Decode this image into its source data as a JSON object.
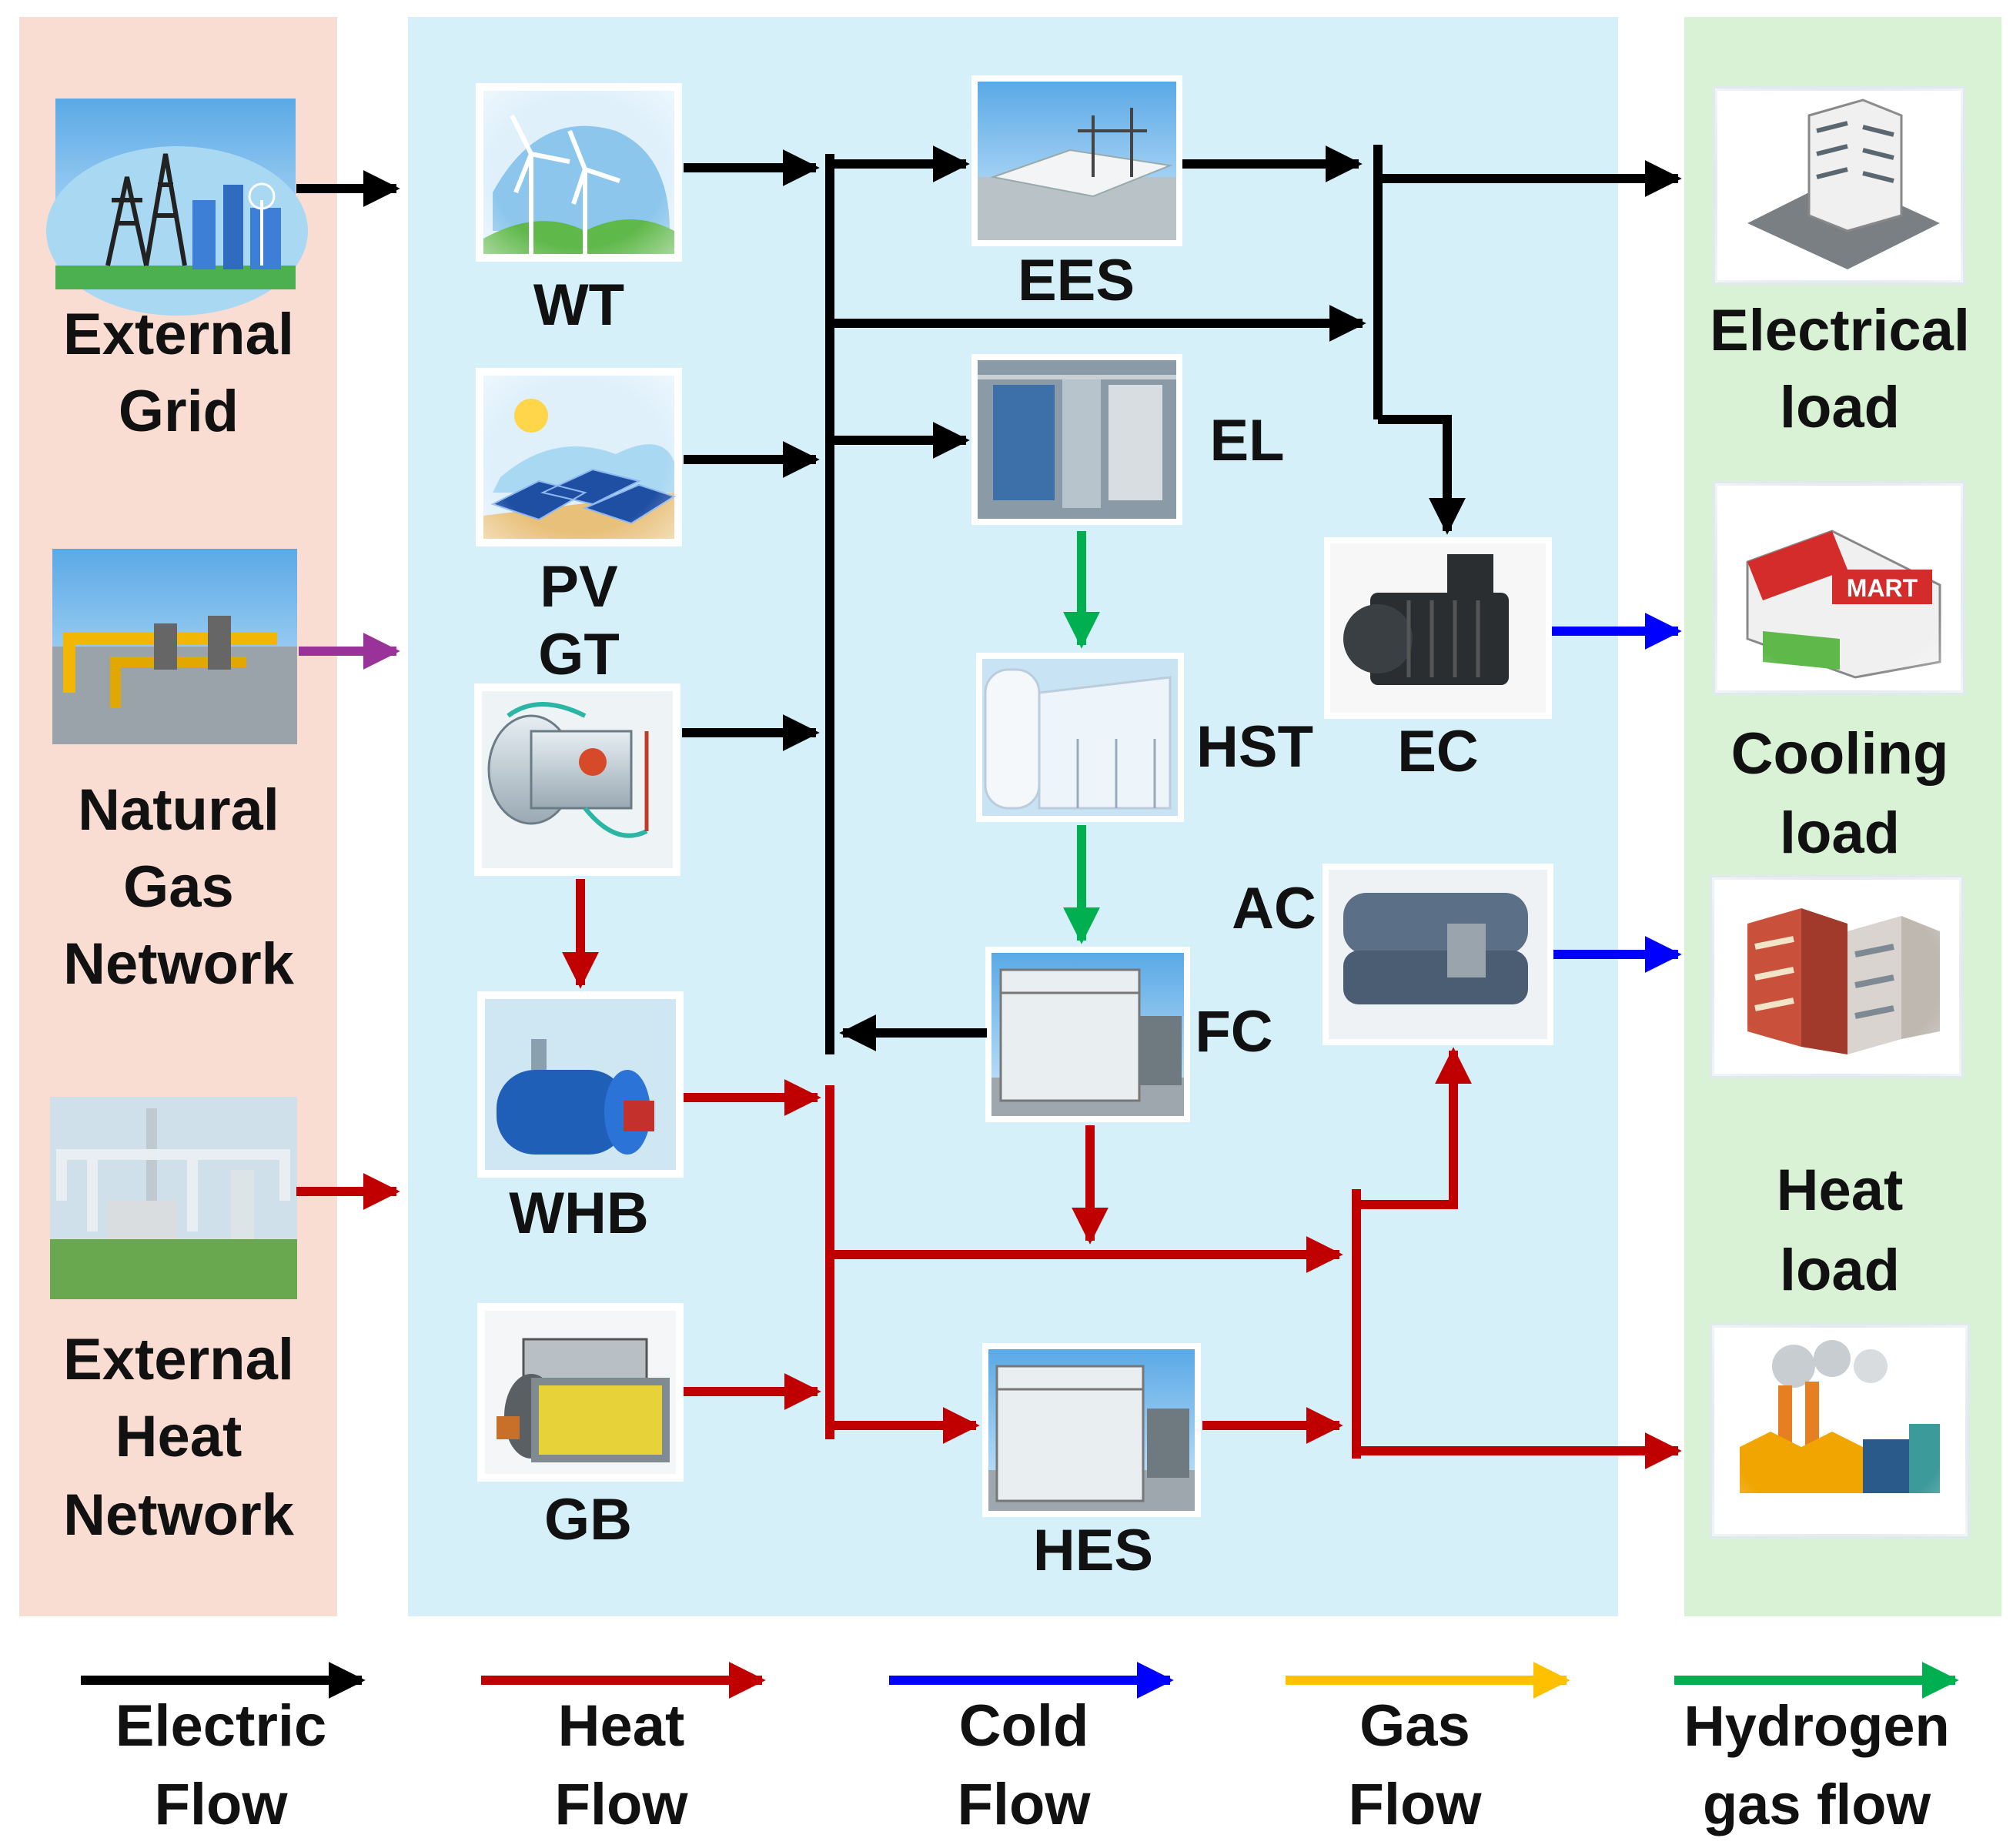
{
  "colors": {
    "sources_bg": "#f9dcd2",
    "devices_bg": "#d6f0f9",
    "loads_bg": "#d9f2d6",
    "electric": "#000000",
    "heat": "#c00000",
    "cold": "#0000ff",
    "gas": "#ffc000",
    "hydrogen": "#00b050",
    "gas_input": "#993399"
  },
  "sources": {
    "external_grid": {
      "line1": "External",
      "line2": "Grid",
      "icon": "power-grid-icon"
    },
    "natural_gas": {
      "line1": "Natural",
      "line2": "Gas",
      "line3": "Network",
      "icon": "gas-pipeline-icon"
    },
    "external_heat": {
      "line1": "External",
      "line2": "Heat",
      "line3": "Network",
      "icon": "heat-plant-icon"
    }
  },
  "devices": {
    "wt": {
      "label": "WT",
      "icon": "wind-turbine-icon"
    },
    "pv": {
      "label": "PV",
      "icon": "solar-panel-icon"
    },
    "gt": {
      "label": "GT",
      "icon": "gas-turbine-icon"
    },
    "whb": {
      "label": "WHB",
      "icon": "waste-heat-boiler-icon"
    },
    "gb": {
      "label": "GB",
      "icon": "gas-boiler-icon"
    },
    "ees": {
      "label": "EES",
      "icon": "battery-storage-icon"
    },
    "el": {
      "label": "EL",
      "icon": "electrolyzer-icon"
    },
    "hst": {
      "label": "HST",
      "icon": "hydrogen-tank-icon"
    },
    "fc": {
      "label": "FC",
      "icon": "fuel-cell-icon"
    },
    "hes": {
      "label": "HES",
      "icon": "heat-storage-icon"
    },
    "ec": {
      "label": "EC",
      "icon": "electric-chiller-icon"
    },
    "ac": {
      "label": "AC",
      "icon": "absorption-chiller-icon"
    }
  },
  "loads": {
    "electrical": {
      "line1": "Electrical",
      "line2": "load",
      "icon": "office-building-icon"
    },
    "cooling": {
      "line1": "Cooling",
      "line2": "load",
      "icon": "mart-store-icon"
    },
    "heat": {
      "line1": "Heat",
      "line2": "load",
      "icon": "apartment-buildings-icon"
    },
    "industrial_icon": "factory-icon"
  },
  "legend": [
    {
      "line1": "Electric",
      "line2": "Flow",
      "color": "#000000"
    },
    {
      "line1": "Heat",
      "line2": "Flow",
      "color": "#c00000"
    },
    {
      "line1": "Cold",
      "line2": "Flow",
      "color": "#0000ff"
    },
    {
      "line1": "Gas",
      "line2": "Flow",
      "color": "#ffc000"
    },
    {
      "line1": "Hydrogen",
      "line2": "gas flow",
      "color": "#00b050"
    }
  ]
}
